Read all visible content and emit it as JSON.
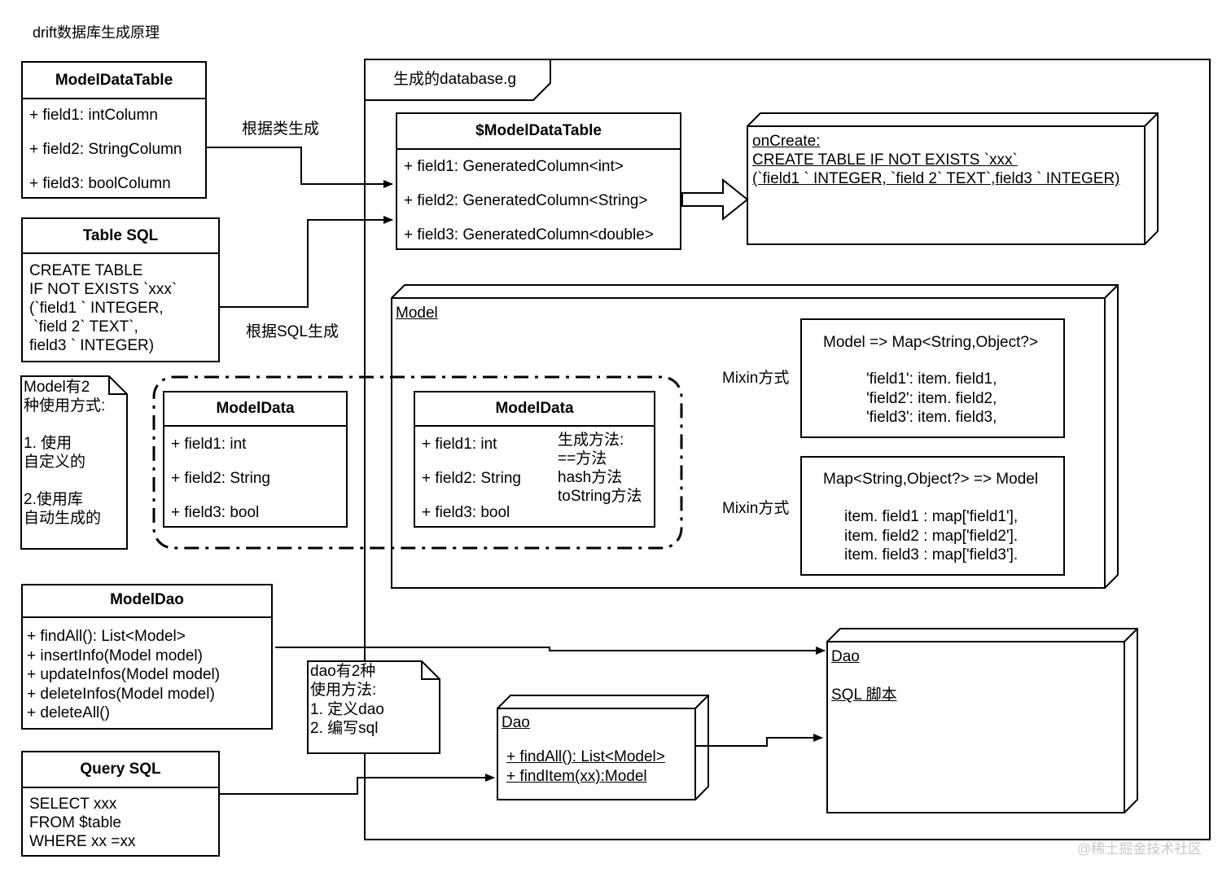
{
  "page_title": "drift数据库生成原理",
  "frame_label": "生成的database.g",
  "left": {
    "model_data_table": {
      "title": "ModelDataTable",
      "fields": [
        "+ field1: intColumn",
        "+ field2: StringColumn",
        "+ field3: boolColumn"
      ]
    },
    "table_sql": {
      "title": "Table SQL",
      "lines": [
        "CREATE TABLE",
        "IF NOT EXISTS `xxx`",
        "(`field1 ` INTEGER,",
        " `field 2` TEXT`,",
        "field3 ` INTEGER)"
      ]
    },
    "note_model": {
      "lines": [
        "Model有2",
        "种使用方式:",
        "",
        "1. 使用",
        "自定义的",
        "",
        "2.使用库",
        "自动生成的"
      ]
    },
    "model_data": {
      "title": "ModelData",
      "fields": [
        "+ field1: int",
        "+ field2: String",
        "+ field3: bool"
      ]
    },
    "model_dao": {
      "title": "ModelDao",
      "methods": [
        "+ findAll(): List<Model>",
        "+ insertInfo(Model model)",
        "+ updateInfos(Model model)",
        "+ deleteInfos(Model model)",
        "+ deleteAll()"
      ]
    },
    "query_sql": {
      "title": "Query SQL",
      "lines": [
        "SELECT xxx",
        "FROM $table",
        "WHERE xx =xx"
      ]
    }
  },
  "edge_labels": {
    "by_class": "根据类生成",
    "by_sql": "根据SQL生成"
  },
  "generated": {
    "model_data_table": {
      "title": "$ModelDataTable",
      "fields": [
        "+ field1: GeneratedColumn<int>",
        "+ field2: GeneratedColumn<String>",
        "+ field3: GeneratedColumn<double>"
      ]
    },
    "on_create": {
      "lines": [
        "onCreate:",
        "CREATE TABLE IF NOT EXISTS `xxx`",
        "(`field1 ` INTEGER, `field 2` TEXT`,field3 ` INTEGER)"
      ]
    },
    "model_node": {
      "label": "Model",
      "model_data": {
        "title": "ModelData",
        "fields": [
          "+ field1: int",
          "+ field2: String",
          "+ field3: bool"
        ]
      },
      "note_methods": [
        "生成方法:",
        "==方法",
        "hash方法",
        "toString方法"
      ],
      "mixin_label_1": "Mixin方式",
      "mixin_label_2": "Mixin方式",
      "to_map": {
        "title": "Model => Map<String,Object?>",
        "lines": [
          "'field1': item. field1,",
          "'field2': item. field2,",
          "'field3': item. field3,"
        ]
      },
      "from_map": {
        "title": "Map<String,Object?> => Model",
        "lines": [
          "item. field1 : map['field1'],",
          "item. field2 : map['field2'].",
          "item. field3 : map['field3']."
        ]
      }
    },
    "dao_note": {
      "lines": [
        "dao有2种",
        "使用方法:",
        "1. 定义dao",
        "2. 编写sql"
      ]
    },
    "dao_small": {
      "label": "Dao",
      "methods": [
        "+ findAll(): List<Model>",
        "+ findItem(xx):Model"
      ]
    },
    "dao_big": {
      "label": "Dao",
      "sub_label": "SQL 脚本"
    }
  },
  "watermark": "@稀土掘金技术社区"
}
